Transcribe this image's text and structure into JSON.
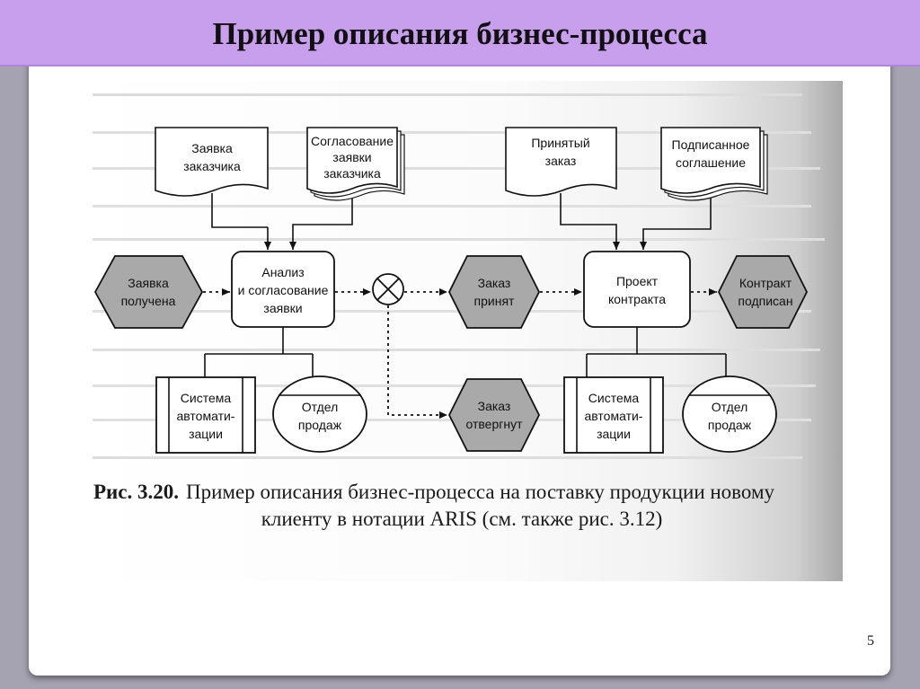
{
  "slide": {
    "title": "Пример описания бизнес-процесса",
    "page_number": "5"
  },
  "figure": {
    "nodes": {
      "doc_order": "Заявка заказчика",
      "doc_agreement": "Согласование заявки заказчика",
      "doc_accepted": "Принятый заказ",
      "doc_signed": "Подписанное соглашение",
      "event_received": "Заявка получена",
      "func_analysis": "Анализ и согласование заявки",
      "event_accepted": "Заказ принят",
      "func_project": "Проект контракта",
      "event_signed": "Контракт подписан",
      "event_rejected": "Заказ отвергнут",
      "sys_1": "Система автомати- зации",
      "dept_1": "Отдел продаж",
      "sys_2": "Система автомати- зации",
      "dept_2": "Отдел продаж"
    },
    "connector": "XOR",
    "caption_label": "Рис. 3.20.",
    "caption_text_1": "Пример описания бизнес-процесса на поставку продукции новому",
    "caption_text_2": "клиенту в нотации ARIS (см. также рис. 3.12)"
  },
  "colors": {
    "title_bar": "#c89fed",
    "frame": "#a5a2b1",
    "event_fill": "#a9a9a9"
  }
}
